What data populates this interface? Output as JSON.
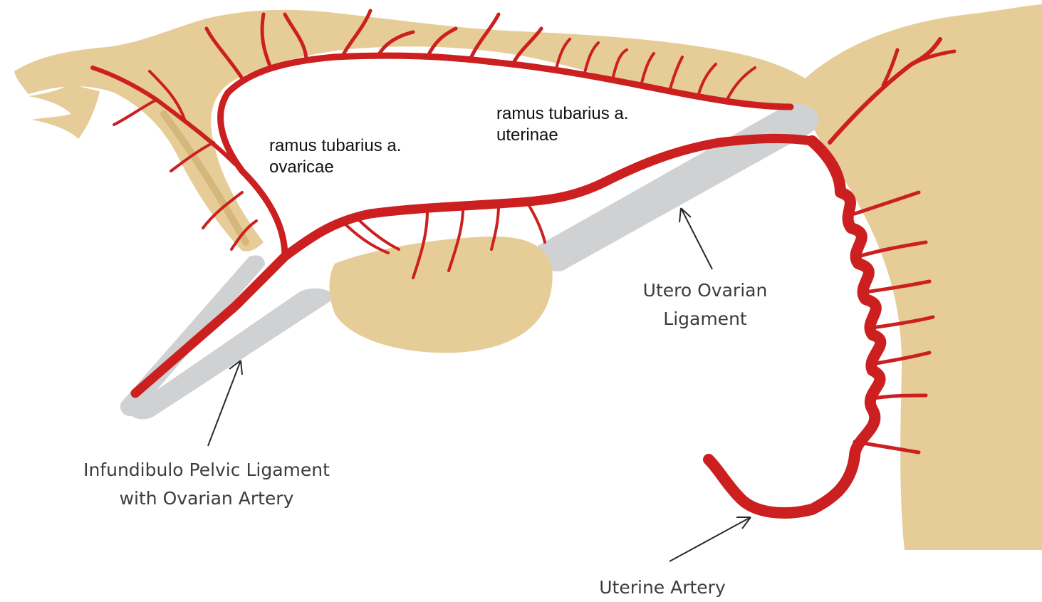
{
  "labels": {
    "ramus_tubarius_ovaricae": {
      "line1": "ramus tubarius a.",
      "line2": "ovaricae"
    },
    "ramus_tubarius_uterinae": {
      "line1": "ramus tubarius a.",
      "line2": "uterinae"
    },
    "utero_ovarian_ligament": {
      "line1": "Utero Ovarian",
      "line2": "Ligament"
    },
    "infundibulo_pelvic_ligament": {
      "line1": "Infundibulo Pelvic Ligament",
      "line2": "with Ovarian Artery"
    },
    "uterine_artery": {
      "line1": "Uterine Artery"
    }
  },
  "colors": {
    "tissue": "#e6cc97",
    "tissue_shadow": "#c9a869",
    "artery": "#cc1f1f",
    "ligament": "#cfd1d3",
    "arrow": "#2a2a2a"
  }
}
